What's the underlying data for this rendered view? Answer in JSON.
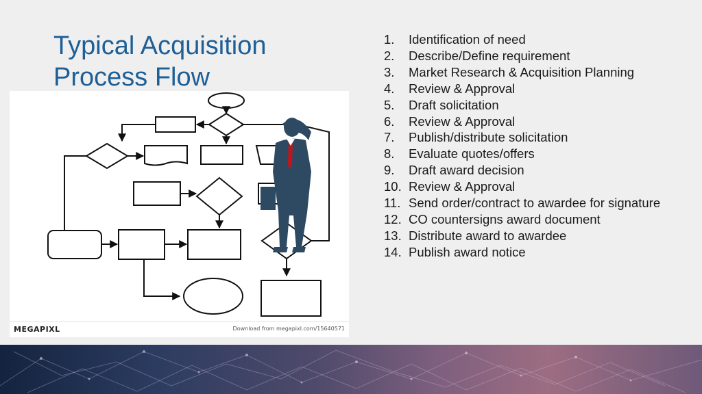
{
  "slide": {
    "title_lines": [
      "Typical Acquisition",
      "Process Flow"
    ]
  },
  "figure": {
    "watermark_logo": "MEGAPIXL",
    "watermark_credit": "Download from megapixl.com/15640571"
  },
  "steps": [
    {
      "num": "1.",
      "text": "Identification of need"
    },
    {
      "num": "2.",
      "text": "Describe/Define requirement"
    },
    {
      "num": "3.",
      "text": "Market Research & Acquisition Planning"
    },
    {
      "num": "4.",
      "text": "Review & Approval"
    },
    {
      "num": "5.",
      "text": "Draft solicitation"
    },
    {
      "num": "6.",
      "text": "Review & Approval"
    },
    {
      "num": "7.",
      "text": "Publish/distribute solicitation"
    },
    {
      "num": "8.",
      "text": "Evaluate quotes/offers"
    },
    {
      "num": "9.",
      "text": "Draft award decision"
    },
    {
      "num": "10.",
      "text": "Review & Approval"
    },
    {
      "num": "11.",
      "text": "Send order/contract to awardee for signature"
    },
    {
      "num": "12.",
      "text": "CO countersigns award document"
    },
    {
      "num": "13.",
      "text": "Distribute award to awardee"
    },
    {
      "num": "14.",
      "text": "Publish award notice"
    }
  ],
  "colors": {
    "title": "#1e5f96",
    "background": "#efeff0",
    "suit": "#2e4a63",
    "tie": "#c0151b"
  }
}
